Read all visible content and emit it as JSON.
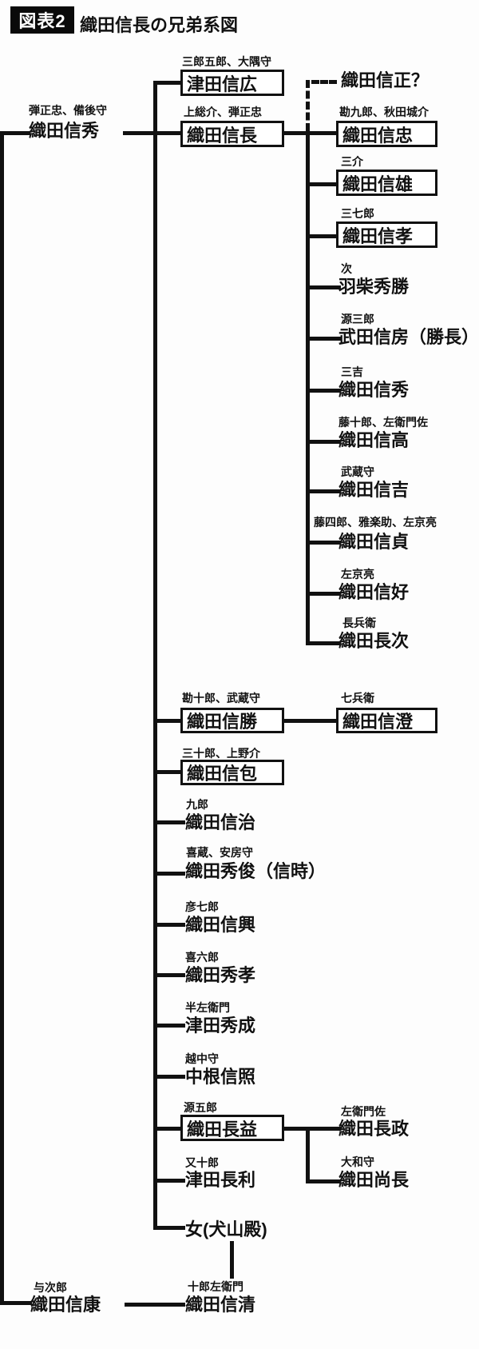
{
  "title": {
    "badge": "図表2",
    "heading": "織田信長の兄弟系図"
  },
  "colors": {
    "ink": "#111111",
    "badge_bg": "#0a0a0a",
    "background": "#fdfdfd"
  },
  "people": {
    "nobuhide": {
      "kin": "弾正忠、備後守",
      "name": "織田信秀"
    },
    "nobuyasu": {
      "kin": "与次郎",
      "name": "織田信康"
    },
    "nobuhiro": {
      "kin": "三郎五郎、大隅守",
      "name": "津田信広"
    },
    "nobunaga": {
      "kin": "上総介、弾正忠",
      "name": "織田信長"
    },
    "nobumasa": {
      "name": "織田信正？"
    },
    "nobutada": {
      "kin": "勘九郎、秋田城介",
      "name": "織田信忠"
    },
    "nobuo": {
      "kin": "三介",
      "name": "織田信雄"
    },
    "nobutaka": {
      "kin": "三七郎",
      "name": "織田信孝"
    },
    "hidekatsu": {
      "kin": "次",
      "name": "羽柴秀勝"
    },
    "nobufusa": {
      "kin": "源三郎",
      "name": "武田信房（勝長）"
    },
    "nobuhide2": {
      "kin": "三吉",
      "name": "織田信秀"
    },
    "nobutaka2": {
      "kin": "藤十郎、左衛門佐",
      "name": "織田信高"
    },
    "nobuyoshi": {
      "kin": "武蔵守",
      "name": "織田信吉"
    },
    "nobusada": {
      "kin": "藤四郎、雅楽助、左京亮",
      "name": "織田信貞"
    },
    "nobuyoshi2": {
      "kin": "左京亮",
      "name": "織田信好"
    },
    "nagatsugu": {
      "kin": "長兵衛",
      "name": "織田長次"
    },
    "nobukatsu": {
      "kin": "勘十郎、武蔵守",
      "name": "織田信勝"
    },
    "nobusumi": {
      "kin": "七兵衛",
      "name": "織田信澄"
    },
    "nobukane": {
      "kin": "三十郎、上野介",
      "name": "織田信包"
    },
    "nobuharu": {
      "kin": "九郎",
      "name": "織田信治"
    },
    "hidetoshi": {
      "kin": "喜蔵、安房守",
      "name": "織田秀俊（信時）"
    },
    "nobuoki": {
      "kin": "彦七郎",
      "name": "織田信興"
    },
    "hidetaka": {
      "kin": "喜六郎",
      "name": "織田秀孝"
    },
    "hidenari": {
      "kin": "半左衛門",
      "name": "津田秀成"
    },
    "nobuteru": {
      "kin": "越中守",
      "name": "中根信照"
    },
    "nagamasu": {
      "kin": "源五郎",
      "name": "織田長益"
    },
    "nagamasa": {
      "kin": "左衛門佐",
      "name": "織田長政"
    },
    "naonaga": {
      "kin": "大和守",
      "name": "織田尚長"
    },
    "nagatoshi": {
      "kin": "又十郎",
      "name": "津田長利"
    },
    "inuyama": {
      "name": "女(犬山殿)"
    },
    "nobukiyo": {
      "kin": "十郎左衛門",
      "name": "織田信清"
    }
  }
}
